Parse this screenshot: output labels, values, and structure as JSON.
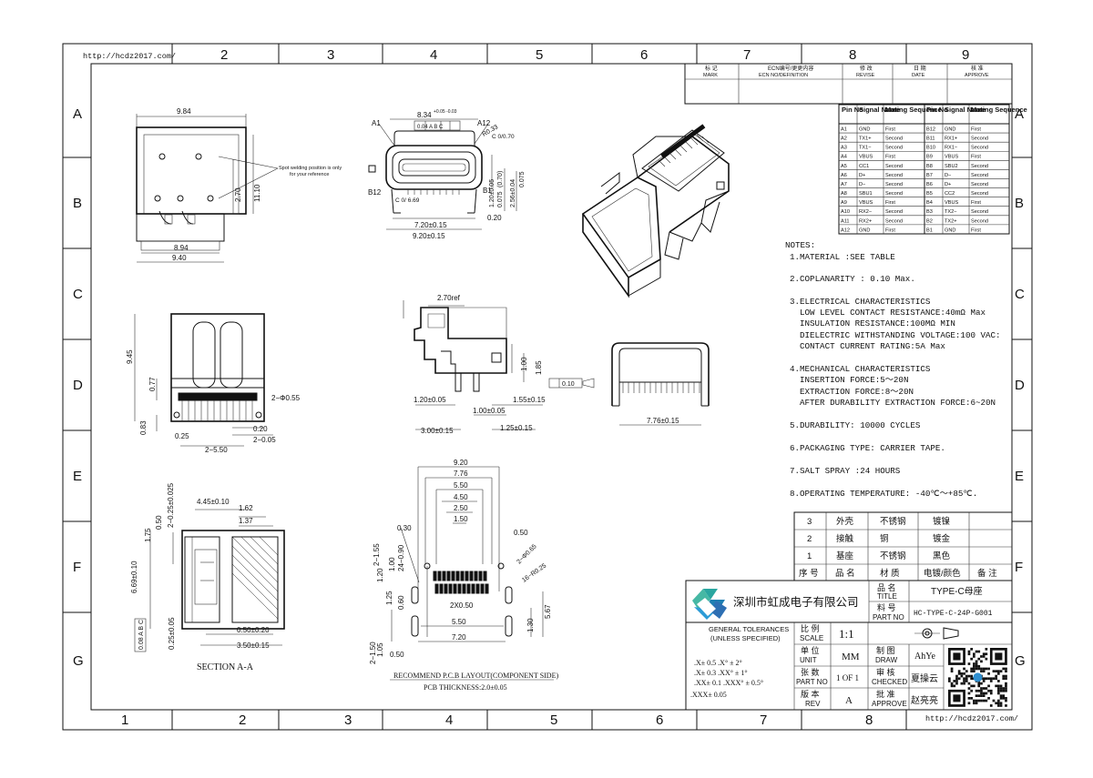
{
  "frame": {
    "url_top": "http://hcdz2017.com/",
    "url_bottom": "http://hcdz2017.com/",
    "cols_top": [
      "2",
      "3",
      "4",
      "5",
      "6",
      "7",
      "8",
      "9"
    ],
    "cols_bottom": [
      "1",
      "2",
      "3",
      "4",
      "5",
      "6",
      "7",
      "8"
    ],
    "rows": [
      "A",
      "B",
      "C",
      "D",
      "E",
      "F",
      "G"
    ]
  },
  "revision_table": {
    "headers": [
      {
        "cn": "标 记",
        "en": "MARK"
      },
      {
        "cn": "ECN编号/更更内容",
        "en": "ECN NO/DEFINITION"
      },
      {
        "cn": "修 改",
        "en": "REVISE"
      },
      {
        "cn": "日 期",
        "en": "DATE"
      },
      {
        "cn": "核 准",
        "en": "APPROVE"
      }
    ]
  },
  "pin_table": {
    "headers": [
      "Pin No",
      "Signal Name",
      "Mating Sequence",
      "Pin No",
      "Signal Name",
      "Mating Sequence"
    ],
    "rows": [
      [
        "A1",
        "GND",
        "First",
        "B12",
        "GND",
        "First"
      ],
      [
        "A2",
        "TX1+",
        "Second",
        "B11",
        "RX1+",
        "Second"
      ],
      [
        "A3",
        "TX1−",
        "Second",
        "B10",
        "RX1−",
        "Second"
      ],
      [
        "A4",
        "VBUS",
        "First",
        "B9",
        "VBUS",
        "First"
      ],
      [
        "A5",
        "CC1",
        "Second",
        "B8",
        "SBU2",
        "Second"
      ],
      [
        "A6",
        "D+",
        "Second",
        "B7",
        "D−",
        "Second"
      ],
      [
        "A7",
        "D−",
        "Second",
        "B6",
        "D+",
        "Second"
      ],
      [
        "A8",
        "SBU1",
        "Second",
        "B5",
        "CC2",
        "Second"
      ],
      [
        "A9",
        "VBUS",
        "First",
        "B4",
        "VBUS",
        "First"
      ],
      [
        "A10",
        "RX2−",
        "Second",
        "B3",
        "TX2−",
        "Second"
      ],
      [
        "A11",
        "RX2+",
        "Second",
        "B2",
        "TX2+",
        "Second"
      ],
      [
        "A12",
        "GND",
        "First",
        "B1",
        "GND",
        "First"
      ]
    ]
  },
  "notes": {
    "title": "NOTES:",
    "items": [
      "1.MATERIAL :SEE TABLE",
      "2.COPLANARITY : 0.10 Max.",
      "3.ELECTRICAL CHARACTERISTICS",
      "LOW LEVEL CONTACT RESISTANCE:40mΩ  Max",
      "INSULATION RESISTANCE:100MΩ  MIN",
      "DIELECTRIC WITHSTANDING VOLTAGE:100 VAC:",
      "CONTACT CURRENT RATING:5A Max",
      "4.MECHANICAL CHARACTERISTICS",
      "INSERTION FORCE:5～20N",
      "EXTRACTION FORCE:8～20N",
      "AFTER DURABILITY EXTRACTION FORCE:6~20N",
      "5.DURABILITY: 10000 CYCLES",
      "6.PACKAGING TYPE: CARRIER TAPE.",
      "7.SALT SPRAY :24 HOURS",
      "8.OPERATING TEMPERATURE: -40℃～+85℃."
    ]
  },
  "material_table": {
    "rows": [
      [
        "3",
        "外壳",
        "不锈钢",
        "镀镍",
        ""
      ],
      [
        "2",
        "接触",
        "铜",
        "镀金",
        ""
      ],
      [
        "1",
        "基座",
        "不锈钢",
        "黑色",
        ""
      ]
    ],
    "header": [
      "序 号",
      "品 名",
      "材 质",
      "电镀/颜色",
      "备 注"
    ]
  },
  "title_block": {
    "company": "深圳市虹成电子有限公司",
    "title_label_cn": "品 名",
    "title_label_en": "TITLE",
    "title_value": "TYPE-C母座",
    "part_label_cn": "料 号",
    "part_label_en": "PART NO",
    "part_value": "HC-TYPE-C-24P-G001",
    "tol_title_1": "GENERAL TOLERANCES",
    "tol_title_2": "(UNLESS SPECIFIED)",
    "tol_lines": [
      ".X± 0.5     .X° ± 2°",
      ".X± 0.3    .XX° ± 1°",
      ".XX± 0.1  .XXX° ± 0.5°",
      ".XXX± 0.05"
    ],
    "scale_cn": "比 例",
    "scale_en": "SCALE",
    "scale_value": "1:1",
    "unit_cn": "单 位",
    "unit_en": "UNIT",
    "unit_value": "MM",
    "sheet_cn": "张 数",
    "sheet_en": "PART NO",
    "sheet_value": "1 OF 1",
    "rev_cn": "版 本",
    "rev_en": "REV",
    "rev_value": "A",
    "draw_cn": "制 图",
    "draw_en": "DRAW",
    "draw_value": "AhYe",
    "check_cn": "审 核",
    "check_en": "CHECKED",
    "check_value": "夏操云",
    "approve_cn": "批 准",
    "approve_en": "APPROVE",
    "approve_value": "赵亮亮"
  },
  "labels": {
    "spot_weld_1": "Spot welding position is only",
    "spot_weld_2": "for your reference",
    "section": "SECTION A-A",
    "pcb_title": "RECOMMEND P.C.B LAYOUT(COMPONENT SIDE)",
    "pcb_thickness": "PCB THICKNESS:2.0±0.05",
    "a1": "A1",
    "a12": "A12",
    "b12": "B12",
    "b1": "B1"
  },
  "dims": {
    "top_w": "9.84",
    "top_h1": "2.70",
    "top_h2": "11.10",
    "top_b1": "8.94",
    "top_b2": "9.40",
    "front_w": "8.34",
    "front_tol": "+0.05\n-0.03",
    "front_tolb": "0.04 A B C",
    "r": "R0.33",
    "c": "C 0/0.70",
    "cf": "C 0/ 6.69",
    "f_070": "(0.70)",
    "f_120": "1.20±0.05",
    "f_075": "0.075",
    "f_256": "2.56±0.04",
    "f_0075": "0.075",
    "f_720": "7.20±0.15",
    "f_920": "9.20±0.15",
    "f_020": "0.20",
    "side_945": "9.45",
    "side_077": "0.77",
    "side_083": "0.83",
    "side_025": "0.25",
    "side_2055": "2−Φ0.55",
    "side_020": "0.20",
    "side_2305": "2−0.05",
    "side_2550": "2−5.50",
    "mid_270": "2.70ref",
    "mid_100": "1.00",
    "mid_185": "1.85",
    "mid_010": "0.10",
    "mid_120": "1.20±0.05",
    "mid_155": "1.55±0.15",
    "mid_100b": "1.00±0.05",
    "mid_300": "3.00±0.15",
    "mid_125": "1.25±0.15",
    "right_776": "7.76±0.15",
    "sec_445": "4.45±0.10",
    "sec_162": "1.62",
    "sec_137": "1.37",
    "sec_2025": "2−0.25±0.025",
    "sec_050": "0.50",
    "sec_175": "1.75",
    "sec_669": "6.69±0.10",
    "sec_008": "0.08 A B C",
    "sec_025": "0.25±0.05",
    "sec_0502": "0.50±0.20",
    "sec_350": "3.50±0.15",
    "pcb_920": "9.20",
    "pcb_776": "7.76",
    "pcb_550": "5.50",
    "pcb_450": "4.50",
    "pcb_250": "2.50",
    "pcb_150": "1.50",
    "pcb_030": "0.30",
    "pcb_050": "0.50",
    "pcb_2155": "2−1.55",
    "pcb_2490": "24−0.90",
    "pcb_100": "1.00",
    "pcb_120": "1.20",
    "pcb_2065": "2−Φ0.65",
    "pcb_16r": "16−R0.25",
    "pcb_2x050": "2X0.50",
    "pcb_060": "0.60",
    "pcb_125": "1.25",
    "pcb_550b": "5.50",
    "pcb_130": "1.30",
    "pcb_567": "5.67",
    "pcb_720": "7.20",
    "pcb_2150": "2−1.50",
    "pcb_105": "1.05",
    "pcb_050b": "0.50"
  }
}
